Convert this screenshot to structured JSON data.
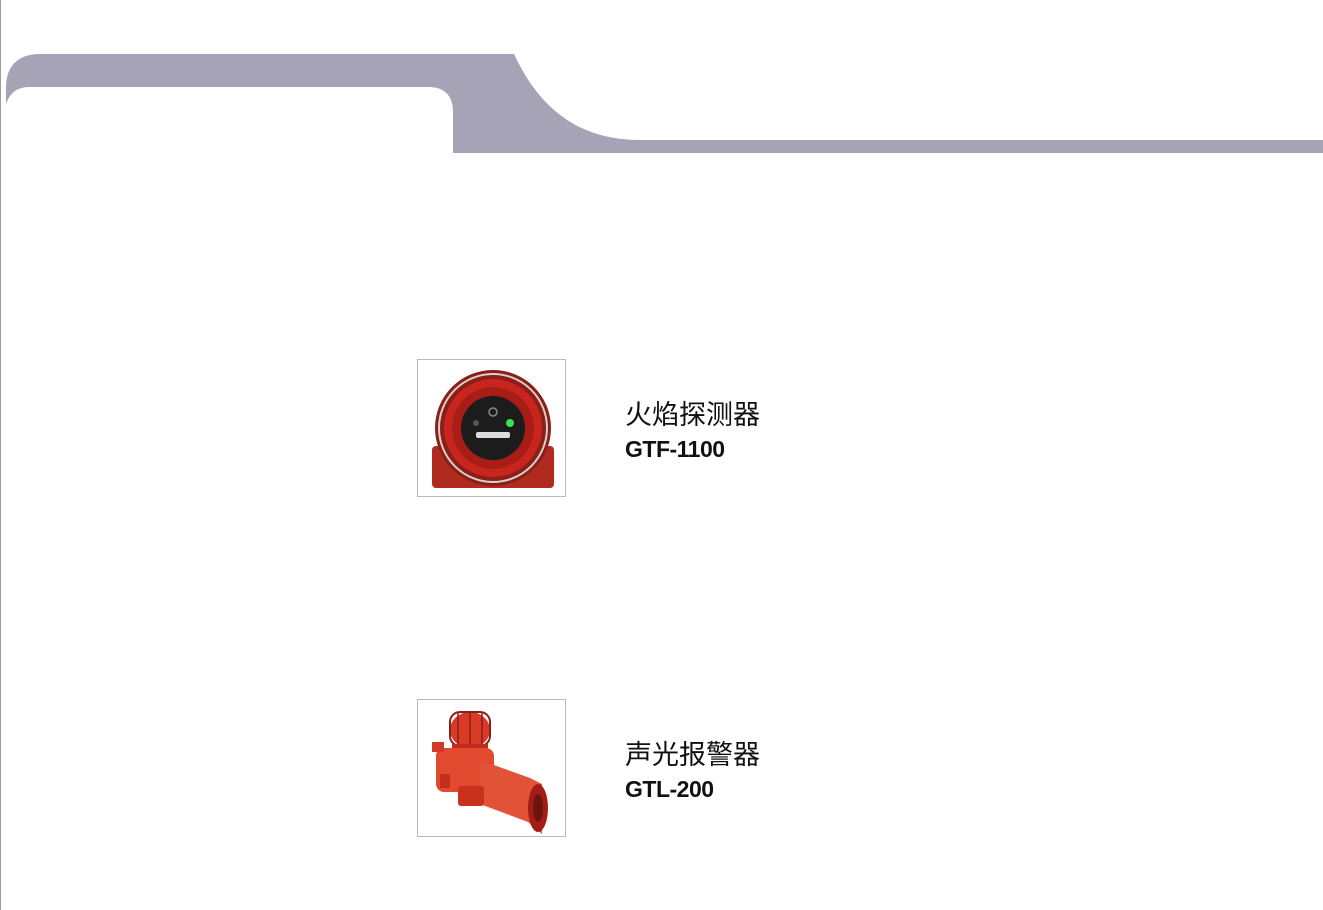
{
  "theme": {
    "band_color": "#a6a3b6",
    "accent_red": "#c9231c"
  },
  "products": [
    {
      "name": "火焰探测器",
      "model": "GTF-1100",
      "image_icon": "flame-detector-photo"
    },
    {
      "name": "声光报警器",
      "model": "GTL-200",
      "image_icon": "audible-visual-alarm-photo"
    }
  ]
}
